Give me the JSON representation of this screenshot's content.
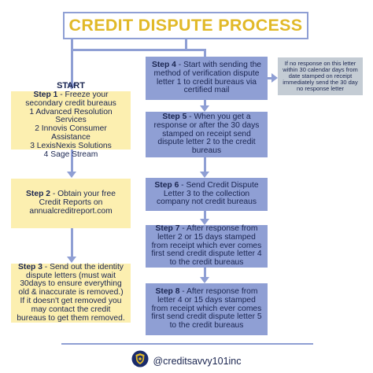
{
  "title": "CREDIT DISPUTE PROCESS",
  "left_steps": [
    {
      "start": "START",
      "label": "Step 1",
      "text": " - Freeze your secondary credit bureaus",
      "list": [
        "1 Advanced Resolution Services",
        "2 Innovis Consumer Assistance",
        "3 LexisNexis Solutions",
        "4 Sage Stream"
      ]
    },
    {
      "label": "Step 2",
      "text": " - Obtain your free Credit Reports on annualcreditreport.com"
    },
    {
      "label": "Step 3",
      "text": " - Send out the identity dispute letters (must wait 30days to ensure everything old & inaccurate is removed.) If it doesn't get removed you may contact the credit bureaus to get them removed."
    }
  ],
  "right_steps": [
    {
      "label": "Step 4",
      "text": " - Start with sending the method of verification dispute letter 1 to credit bureaus via certified mail"
    },
    {
      "label": "Step 5",
      "text": " - When you get a response or after the 30 days stamped on receipt send dispute letter 2 to the credit bureaus"
    },
    {
      "label": "Step 6",
      "text": " - Send Credit Dispute Letter 3 to the collection company not credit bureaus"
    },
    {
      "label": "Step 7",
      "text": " - After response from letter 2 or 15 days stamped from receipt which ever comes first send credit dispute letter 4 to the credit bureaus"
    },
    {
      "label": "Step 8",
      "text": " - After response from letter 4 or 15 days stamped from receipt which ever comes first send credit dispute letter 5 to the credit bureaus"
    }
  ],
  "note": "If no response on this letter within 30 calendar days from date stamped on receipt immediately send the 30 day no response letter",
  "footer": {
    "handle": "@creditsavvy101inc",
    "logo_icon": "shield-crest-icon"
  },
  "colors": {
    "title": "#e1b928",
    "left_box": "#fcefb0",
    "right_box": "#8f9fd4",
    "note_box": "#c4ccd4",
    "connector": "#8f9fd4",
    "text": "#1a2550"
  }
}
